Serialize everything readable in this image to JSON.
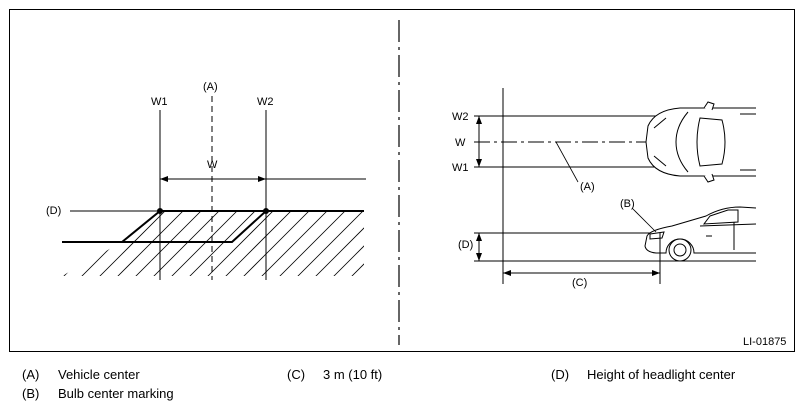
{
  "left": {
    "label_w1": "W1",
    "label_w2": "W2",
    "label_a": "(A)",
    "label_w": "W",
    "label_d": "(D)"
  },
  "right": {
    "label_w2": "W2",
    "label_w": "W",
    "label_w1": "W1",
    "label_a": "(A)",
    "label_b": "(B)",
    "label_d": "(D)",
    "label_c": "(C)"
  },
  "figure_id": "LI-01875",
  "legend": [
    {
      "key": "(A)",
      "text": "Vehicle center"
    },
    {
      "key": "(C)",
      "text": "3 m (10 ft)"
    },
    {
      "key": "(D)",
      "text": "Height of headlight center"
    },
    {
      "key": "(B)",
      "text": "Bulb center marking"
    }
  ],
  "colors": {
    "line": "#000000",
    "background": "#ffffff"
  }
}
